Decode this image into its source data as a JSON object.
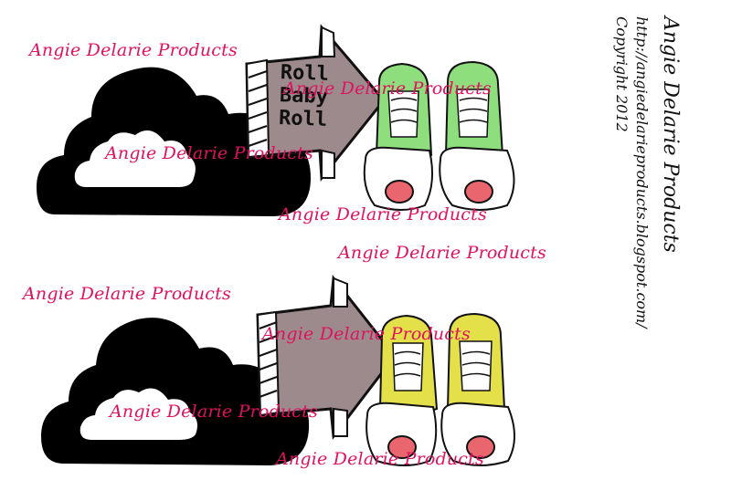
{
  "sign_text": [
    "Roll",
    "Baby",
    "Roll"
  ],
  "watermarks": [
    "Angie Delarie Products",
    "Angie Delarie Products",
    "Angie Delarie Products",
    "Angie Delarie Products",
    "Angie Delarie Products",
    "Angie Delarie Products",
    "Angie Delarie Products",
    "Angie Delarie Products",
    "Angie Delarie Products"
  ],
  "side_text": {
    "brand": "Angie Delarie Products",
    "url": "http://angiedelarieproducts.blogspot.com/",
    "copyright": "Copyright 2012"
  },
  "colors": {
    "watermark": "#e0115f",
    "skate_top": "#8fde7e",
    "skate_bottom": "#e3e04a",
    "arrow": "#9c8a8c",
    "wheel": "#e9666e",
    "cloud": "#000000"
  }
}
